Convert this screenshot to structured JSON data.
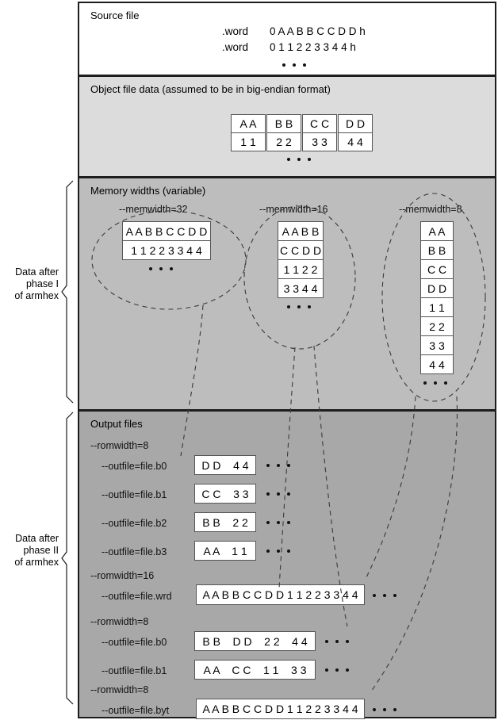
{
  "figure": {
    "left_braces": [
      {
        "id": "phase1",
        "lines": [
          "Data after",
          "phase I",
          "of armhex"
        ]
      },
      {
        "id": "phase2",
        "lines": [
          "Data after",
          "phase II",
          "of armhex"
        ]
      }
    ]
  },
  "source_panel": {
    "title": "Source file",
    "rows": [
      {
        "directive": ".word",
        "value": "0 A A B B C C D D h"
      },
      {
        "directive": ".word",
        "value": "0 1 1 2 2 3 3 4 4 h"
      }
    ],
    "ellipsis": "•  •  •"
  },
  "object_panel": {
    "title": "Object file data (assumed to be in big-endian format)",
    "columns": [
      {
        "top": "A A",
        "bottom": "1 1"
      },
      {
        "top": "B B",
        "bottom": "2 2"
      },
      {
        "top": "C C",
        "bottom": "3 3"
      },
      {
        "top": "D D",
        "bottom": "4 4"
      }
    ],
    "ellipsis": "•  •  •"
  },
  "memwidth_panel": {
    "title": "Memory widths (variable)",
    "groups": [
      {
        "label": "--memwidth=32",
        "cells": [
          "A A B B C C D D",
          "1 1 2 2 3 3 4 4"
        ]
      },
      {
        "label": "--memwidth=16",
        "cells": [
          "A A B B",
          "C C D D",
          "1 1 2 2",
          "3 3 4 4"
        ]
      },
      {
        "label": "--memwidth=8",
        "cells": [
          "A A",
          "B B",
          "C C",
          "D D",
          "1 1",
          "2 2",
          "3 3",
          "4 4"
        ]
      }
    ]
  },
  "output_panel": {
    "title": "Output files",
    "groups": [
      {
        "romwidth": "--romwidth=8",
        "files": [
          {
            "label": "--outfile=file.b0",
            "value": "D D    4 4"
          },
          {
            "label": "--outfile=file.b1",
            "value": "C C    3 3"
          },
          {
            "label": "--outfile=file.b2",
            "value": "B B    2 2"
          },
          {
            "label": "--outfile=file.b3",
            "value": "A A    1 1"
          }
        ]
      },
      {
        "romwidth": "--romwidth=16",
        "files": [
          {
            "label": "--outfile=file.wrd",
            "value": "A A B B C C D D 1 1 2 2 3 3 4 4"
          }
        ]
      },
      {
        "romwidth": "--romwidth=8",
        "files": [
          {
            "label": "--outfile=file.b0",
            "value": "B B    D D    2 2    4 4"
          },
          {
            "label": "--outfile=file.b1",
            "value": "A A    C C    1 1    3 3"
          }
        ]
      },
      {
        "romwidth": "--romwidth=8",
        "files": [
          {
            "label": "--outfile=file.byt",
            "value": "A A B B C C D D 1 1 2 2 3 3 4 4"
          }
        ]
      }
    ]
  },
  "colors": {
    "panel_source_bg": "#ffffff",
    "panel_object_bg": "#dcdcdc",
    "panel_memwidth_bg": "#bdbdbd",
    "panel_output_bg": "#a8a8a8",
    "border": "#1d1d1d",
    "cell_border": "#555555",
    "dashed_stroke": "#3a3a3a"
  }
}
